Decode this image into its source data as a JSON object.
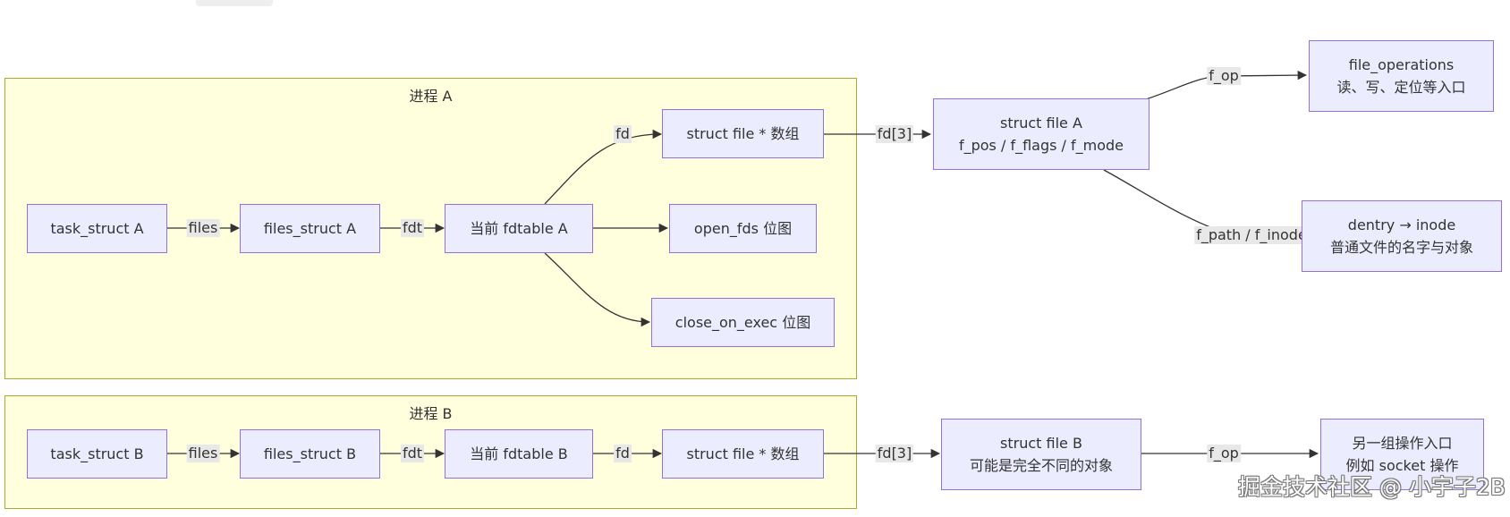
{
  "clusters": {
    "a": "进程 A",
    "b": "进程 B"
  },
  "nodes": {
    "task_a": "task_struct A",
    "files_a": "files_struct A",
    "fdtable_a": "当前 fdtable A",
    "arr_a": "struct file * 数组",
    "openfds": "open_fds 位图",
    "cloexec": "close_on_exec 位图",
    "file_a": [
      "struct file A",
      "f_pos / f_flags / f_mode"
    ],
    "fops": [
      "file_operations",
      "读、写、定位等入口"
    ],
    "dentry": [
      "dentry → inode",
      "普通文件的名字与对象"
    ],
    "task_b": "task_struct B",
    "files_b": "files_struct B",
    "fdtable_b": "当前 fdtable B",
    "arr_b": "struct file * 数组",
    "file_b": [
      "struct file B",
      "可能是完全不同的对象"
    ],
    "ops_b": [
      "另一组操作入口",
      "例如 socket 操作"
    ]
  },
  "edges": {
    "files_a": "files",
    "fdt_a": "fdt",
    "fd_a": "fd",
    "fd3_a": "fd[3]",
    "fop_a": "f_op",
    "fpath": "f_path / f_inode",
    "files_b": "files",
    "fdt_b": "fdt",
    "fd_b": "fd",
    "fd3_b": "fd[3]",
    "fop_b": "f_op"
  },
  "watermark": "掘金技术社区 @ 小宇子2B",
  "colors": {
    "node_fill": "#ececff",
    "node_border": "#9370db",
    "cluster_fill": "#ffffde",
    "cluster_border": "#aaaa33",
    "edge": "#333333",
    "edge_label_bg": "#e8e8e8"
  }
}
